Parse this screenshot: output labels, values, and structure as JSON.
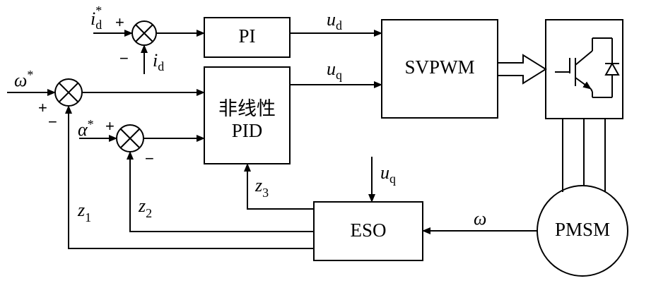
{
  "blocks": {
    "pi": "PI",
    "svpwm": "SVPWM",
    "nonlinear_pid_line1": "非线性",
    "nonlinear_pid_line2": "PID",
    "eso": "ESO",
    "pmsm": "PMSM"
  },
  "signals": {
    "id_ref": {
      "symbol": "i",
      "sub": "d",
      "sup": "*"
    },
    "id_fb": {
      "symbol": "i",
      "sub": "d"
    },
    "ud": {
      "symbol": "u",
      "sub": "d"
    },
    "uq_top": {
      "symbol": "u",
      "sub": "q"
    },
    "uq_eso": {
      "symbol": "u",
      "sub": "q"
    },
    "omega_ref": {
      "symbol": "ω",
      "sup": "*"
    },
    "alpha_ref": {
      "symbol": "α",
      "sup": "*"
    },
    "omega": {
      "symbol": "ω"
    },
    "z1": {
      "symbol": "z",
      "sub": "1"
    },
    "z2": {
      "symbol": "z",
      "sub": "2"
    },
    "z3": {
      "symbol": "z",
      "sub": "3"
    }
  },
  "signs": {
    "sj1_plus": "+",
    "sj1_minus": "−",
    "sj2_plus": "+",
    "sj2_minus": "−",
    "sj3_plus": "+",
    "sj3_minus": "−"
  },
  "icons": {
    "inverter": "igbt-switch-icon",
    "summing_junction": "summing-junction-icon"
  }
}
